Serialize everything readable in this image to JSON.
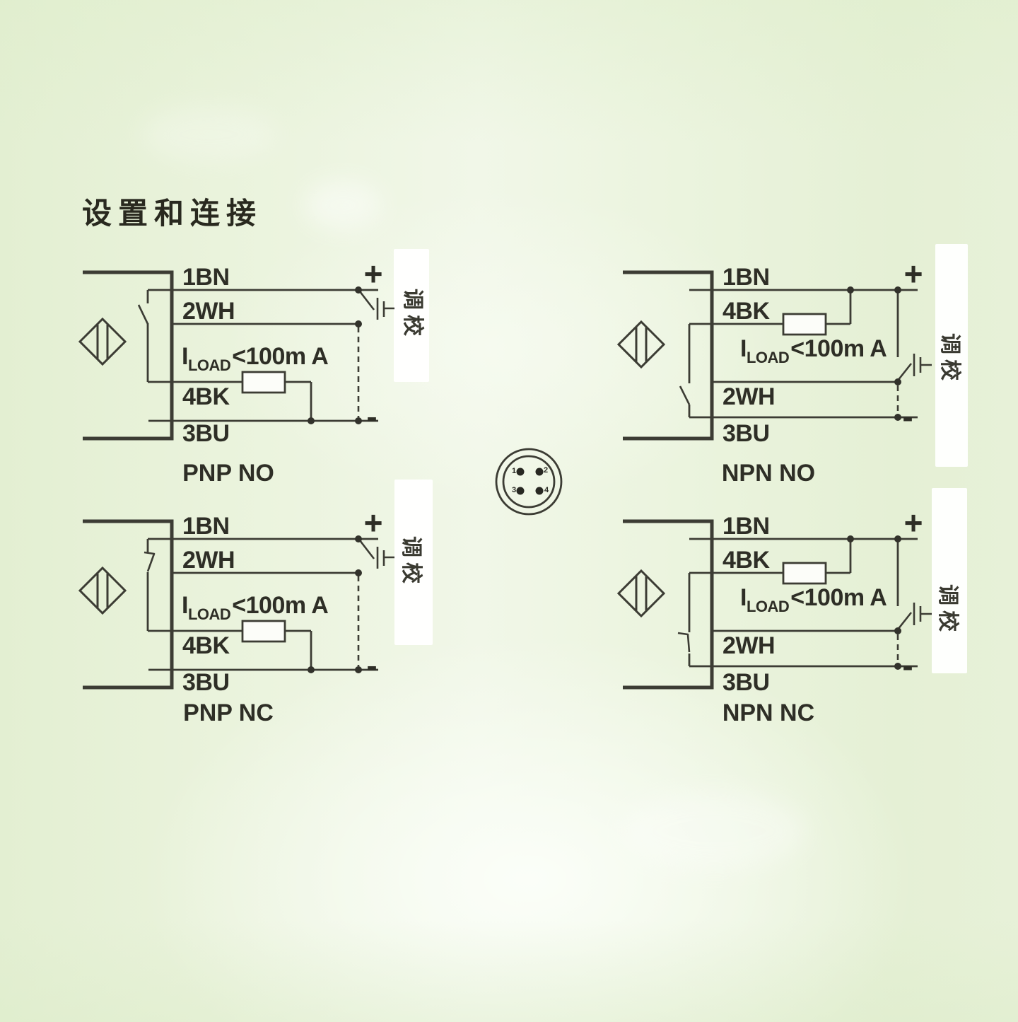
{
  "page": {
    "title": "设置和连接"
  },
  "legend": {
    "plus": "+",
    "minus": "-",
    "teach_vertical_label": "调校",
    "load_symbol": "I",
    "load_subscript": "LOAD",
    "load_value": "<100m A"
  },
  "connector": {
    "pin_labels": [
      "1",
      "2",
      "3",
      "4"
    ]
  },
  "diagrams": [
    {
      "type_label": "PNP NO",
      "wire_labels": [
        "1BN",
        "2WH",
        "4BK",
        "3BU"
      ]
    },
    {
      "type_label": "NPN NO",
      "wire_labels": [
        "1BN",
        "4BK",
        "2WH",
        "3BU"
      ]
    },
    {
      "type_label": "PNP NC",
      "wire_labels": [
        "1BN",
        "2WH",
        "4BK",
        "3BU"
      ]
    },
    {
      "type_label": "NPN NC",
      "wire_labels": [
        "1BN",
        "4BK",
        "2WH",
        "3BU"
      ]
    }
  ]
}
